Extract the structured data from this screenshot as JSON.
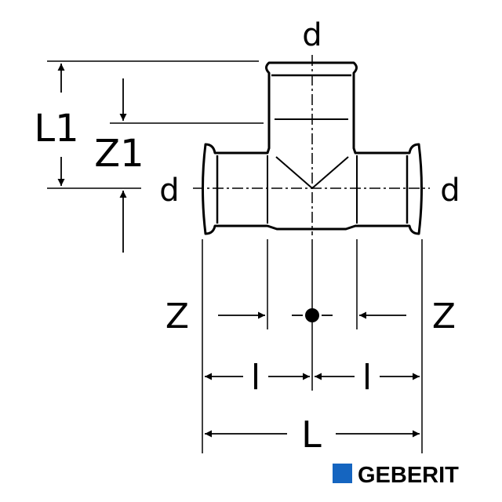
{
  "labels": {
    "d_top": "d",
    "d_left": "d",
    "d_right": "d",
    "L1": "L1",
    "Z1": "Z1",
    "Z_left": "Z",
    "Z_right": "Z",
    "l_left": "l",
    "l_right": "l",
    "L": "L"
  },
  "brand": {
    "name": "GEBERIT",
    "color": "#1565c0"
  }
}
